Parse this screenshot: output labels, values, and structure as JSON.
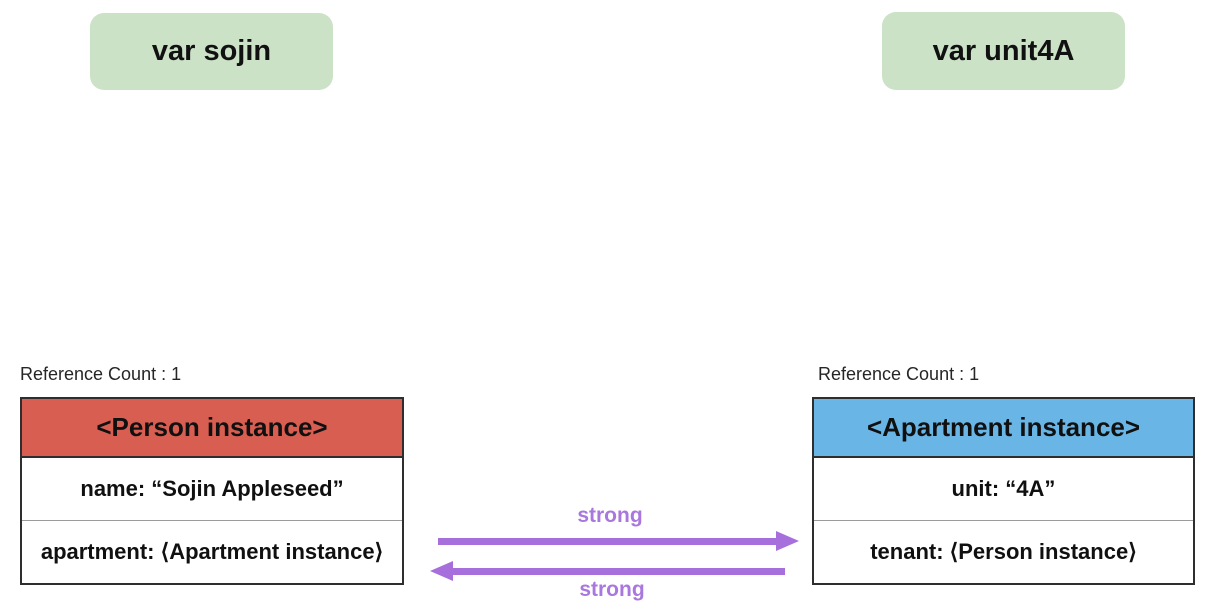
{
  "colors": {
    "green": "#cbe2c7",
    "red": "#d95e52",
    "blue": "#69b6e6",
    "purple": "#a76fdc",
    "purple_text": "#a978de"
  },
  "variables": {
    "sojin": "var sojin",
    "unit4a": "var unit4A"
  },
  "person_table": {
    "ref_count": "Reference Count : 1",
    "header": "<Person instance>",
    "rows": [
      "name: “Sojin Appleseed”",
      "apartment: ⟨Apartment instance⟩"
    ]
  },
  "apartment_table": {
    "ref_count": "Reference Count : 1",
    "header": "<Apartment instance>",
    "rows": [
      "unit: “4A”",
      "tenant: ⟨Person instance⟩"
    ]
  },
  "arrows": {
    "person_to_apartment": "strong",
    "apartment_to_person": "strong"
  }
}
